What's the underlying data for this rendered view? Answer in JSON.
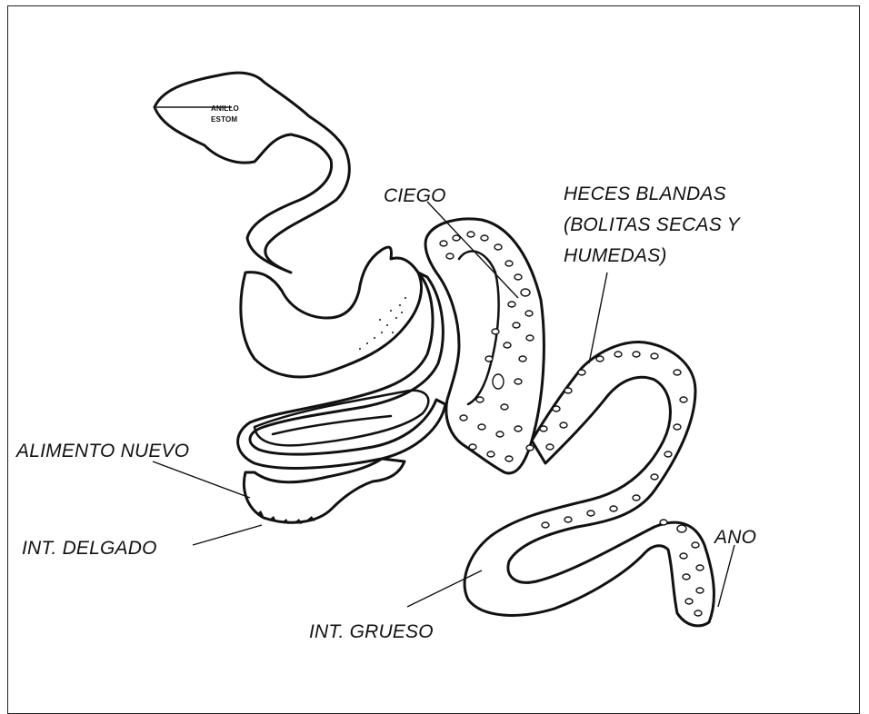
{
  "diagram": {
    "labels": {
      "ciego": "CIEGO",
      "heces_l1": "HECES BLANDAS",
      "heces_l2": "(BOLITAS SECAS Y",
      "heces_l3": "HUMEDAS)",
      "alimento": "ALIMENTO NUEVO",
      "int_delgado": "INT. DELGADO",
      "int_grueso": "INT. GRUESO",
      "ano": "ANO"
    },
    "head_text": {
      "line1": "ANILLO",
      "line2": "ESTOM"
    },
    "colors": {
      "ink": "#111111",
      "background": "#ffffff"
    }
  }
}
